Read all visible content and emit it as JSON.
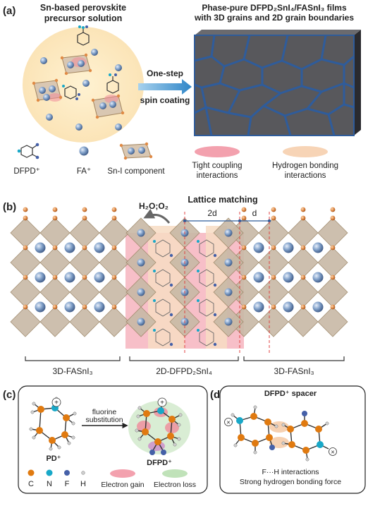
{
  "panel_labels": {
    "a": "(a)",
    "b": "(b)",
    "c": "(c)",
    "d": "(d)"
  },
  "panel_a": {
    "precursor_title_l1": "Sn-based perovskite",
    "precursor_title_l2": "precursor solution",
    "film_title_l1": "Phase-pure DFPD₂SnI₄/FASnI₃ films",
    "film_title_l2": "with 3D grains and 2D grain boundaries",
    "arrow_l1": "One-step",
    "arrow_l2": "spin coating",
    "legend": {
      "dfpd": "DFPD⁺",
      "fa": "FA⁺",
      "sni": "Sn-I component",
      "tight_l1": "Tight coupling",
      "tight_l2": "interactions",
      "hbond_l1": "Hydrogen bonding",
      "hbond_l2": "interactions"
    }
  },
  "panel_b": {
    "lattice": "Lattice matching",
    "gas": "H₂O;O₂",
    "two_d": "2d",
    "d": "d",
    "left_label": "3D-FASnI₃",
    "middle_label": "2D-DFPD₂SnI₄",
    "right_label": "3D-FASnI₃"
  },
  "panel_c": {
    "arrow_l1": "fluorine",
    "arrow_l2": "substitution",
    "pd": "PD⁺",
    "dfpd": "DFPD⁺",
    "atoms": [
      "C",
      "N",
      "F",
      "H"
    ],
    "gain": "Electron gain",
    "loss": "Electron loss"
  },
  "panel_d": {
    "title": "DFPD⁺ spacer",
    "line1": "F···H interactions",
    "line2": "Strong hydrogen bonding force"
  },
  "colors": {
    "sn_octahedron": "#c8b9a6",
    "iodide": "#e08a45",
    "fa_cation": "#7f9fc8",
    "tight_coupling": "#f08a9a",
    "hydrogen_bonding": "#f6cfae",
    "grain": "#58585c",
    "grain_boundary": "#2f5c9b",
    "nitrogen": "#18a8c8",
    "fluorine": "#4560a8",
    "carbon": "#e07a10"
  }
}
